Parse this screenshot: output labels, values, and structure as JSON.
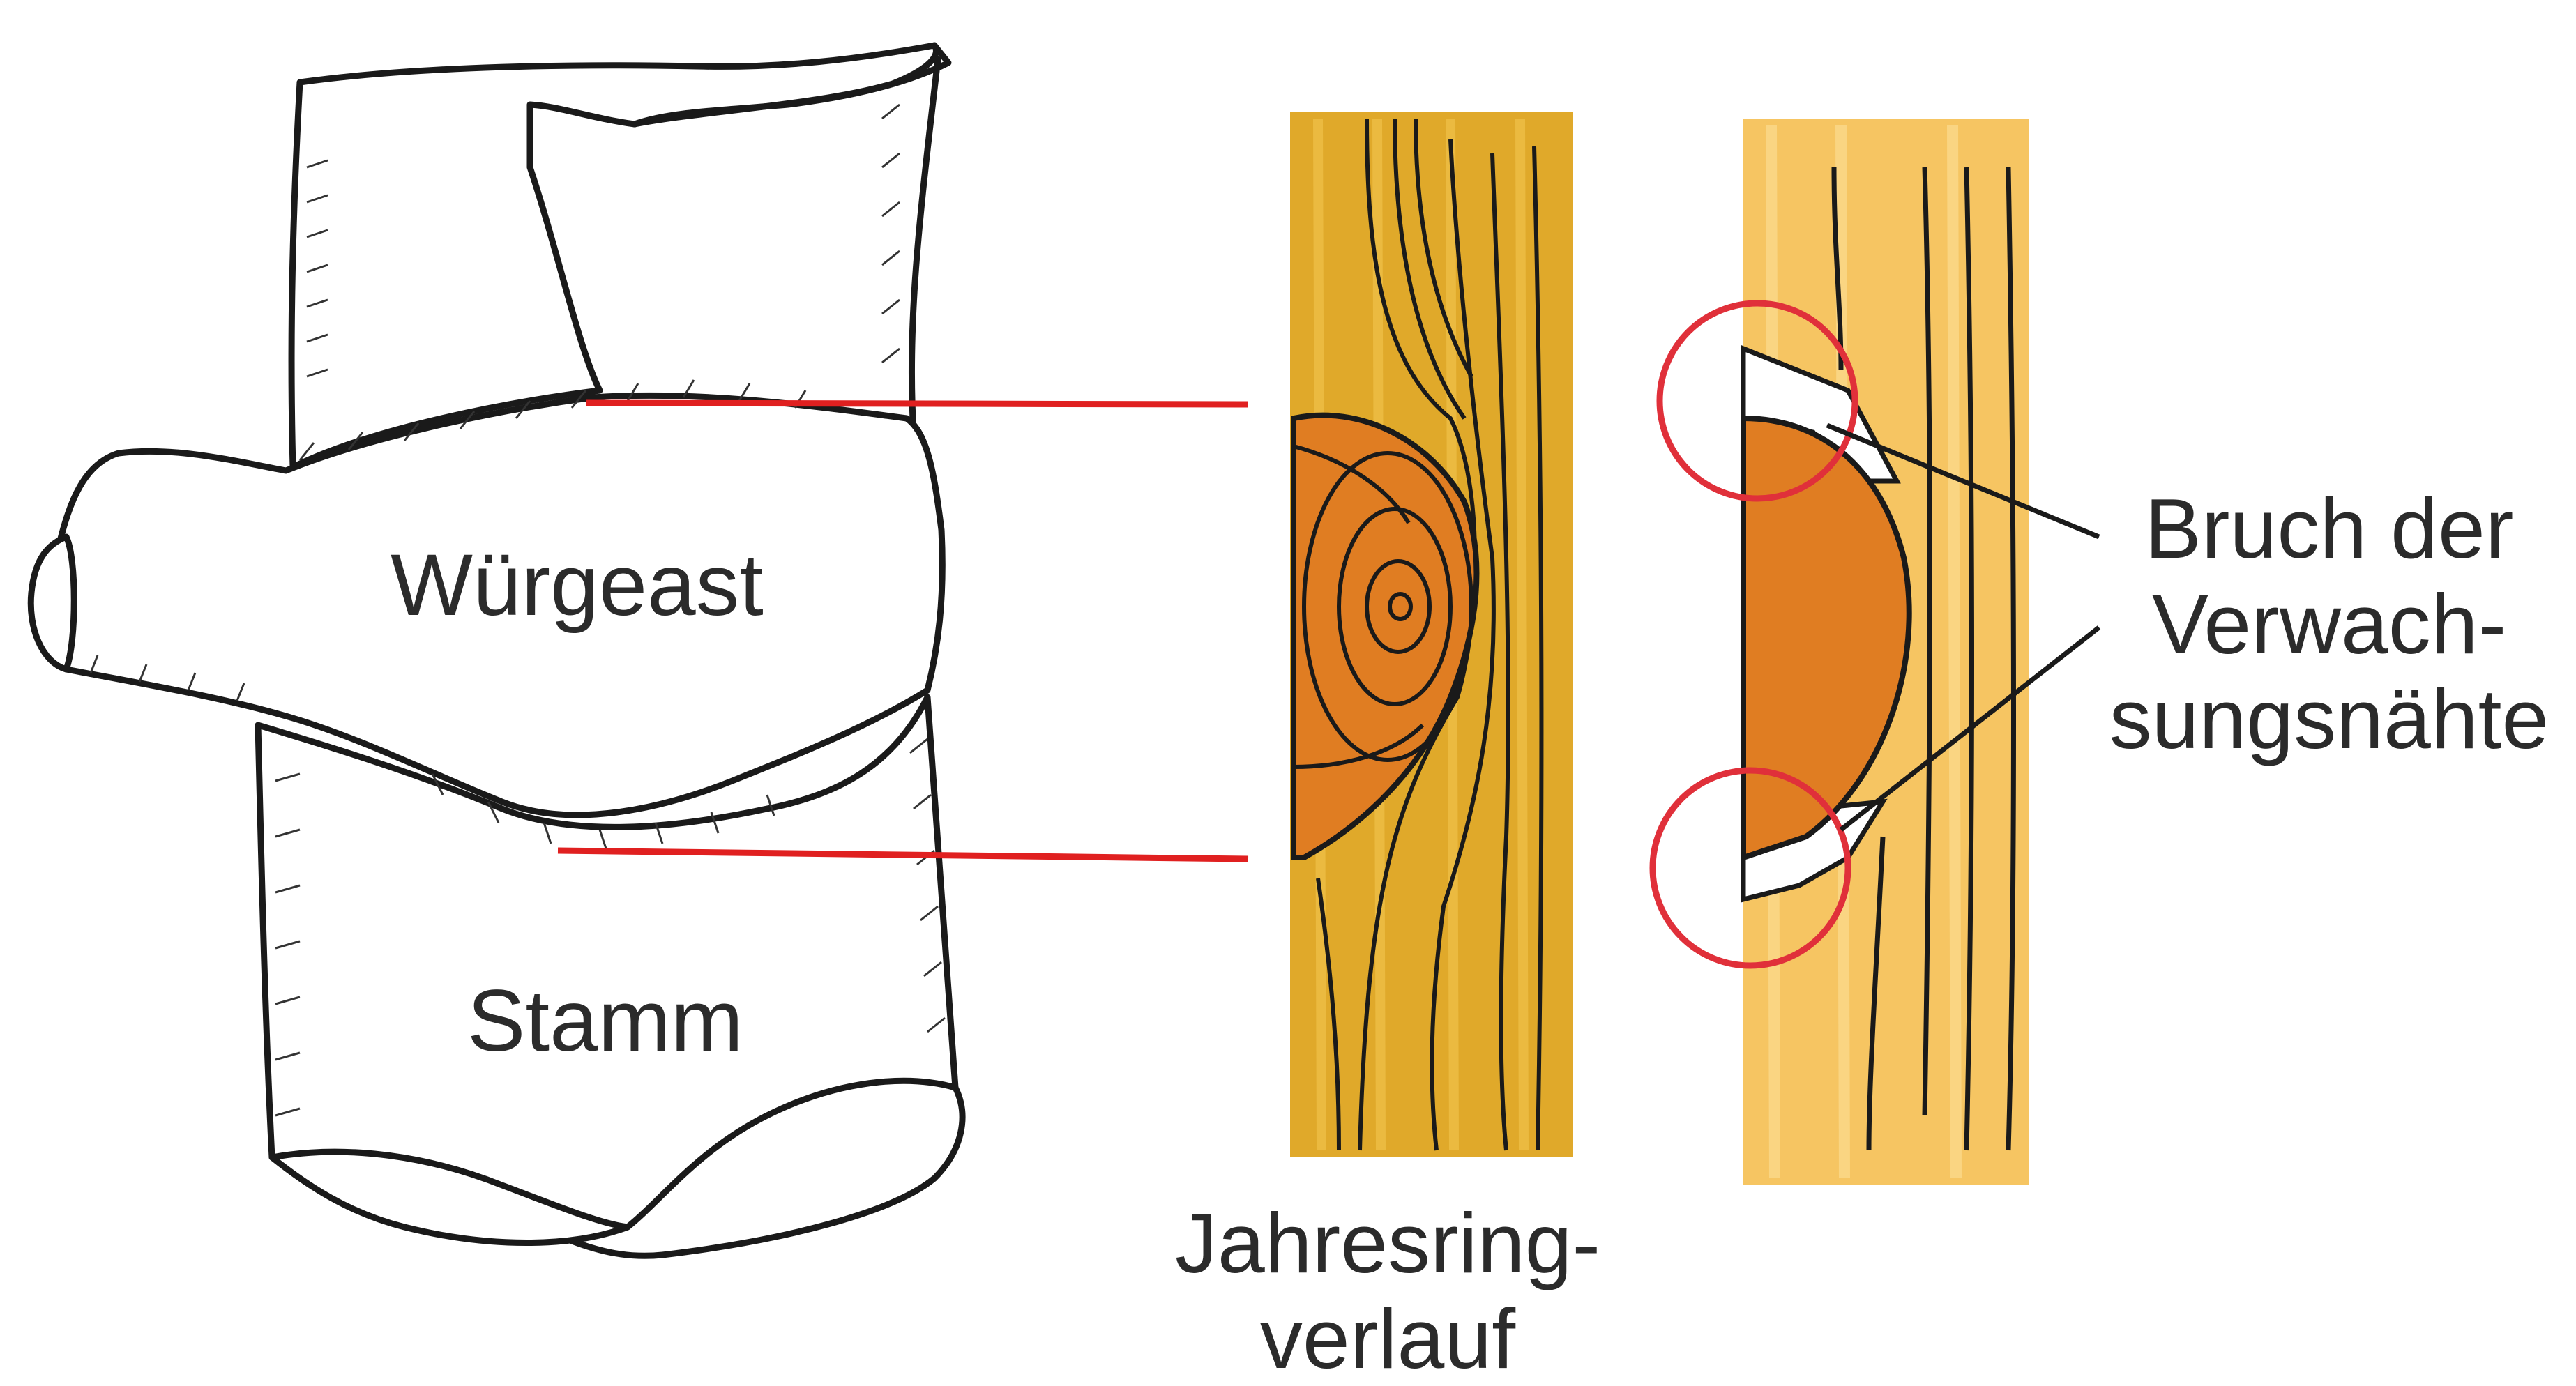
{
  "labels": {
    "branch": "Würgeast",
    "trunk": "Stamm",
    "rings_line1": "Jahresring-",
    "rings_line2": "verlauf",
    "break_line1": "Bruch der",
    "break_line2": "Verwach-",
    "break_line3": "sungsnähte"
  },
  "colors": {
    "outline": "#1a1a1a",
    "pointer_line": "#e02020",
    "highlight_circle": "#e0303a",
    "wood_dark": "#e0a92a",
    "wood_light": "#f6c562",
    "knot": "#e07d22"
  }
}
